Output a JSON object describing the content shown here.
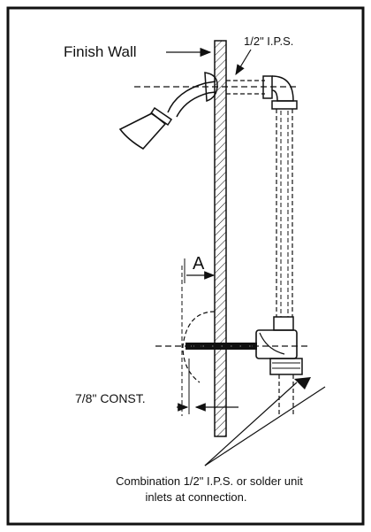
{
  "labels": {
    "finish_wall": "Finish Wall",
    "pipe_size": "1/2\" I.P.S.",
    "dimension_a": "A",
    "const": "7/8\" CONST.",
    "note_line1": "Combination 1/2\" I.P.S. or solder unit",
    "note_line2": "inlets at connection."
  }
}
